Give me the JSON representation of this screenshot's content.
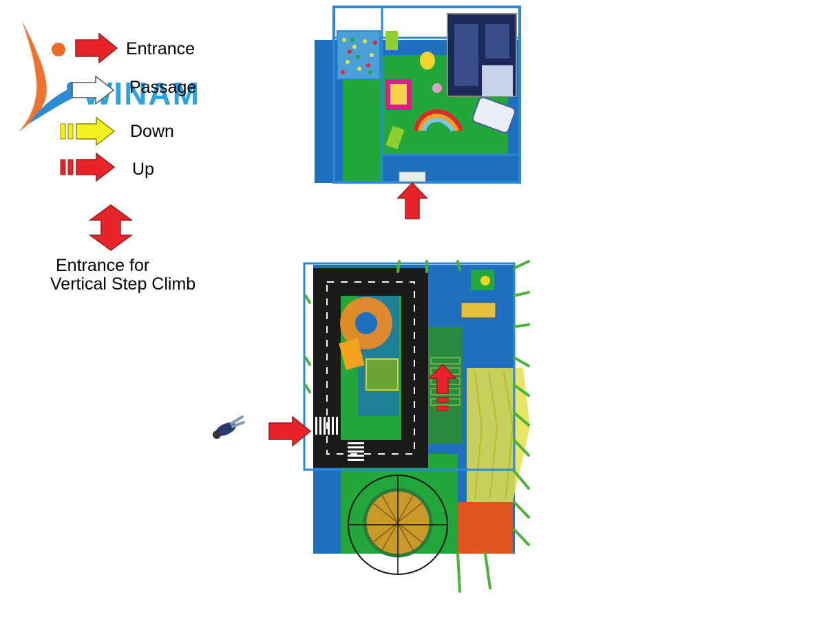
{
  "logo": {
    "text": "WINAM"
  },
  "legend": {
    "items": [
      {
        "key": "entrance",
        "label": "Entrance"
      },
      {
        "key": "passage",
        "label": "Passage"
      },
      {
        "key": "down",
        "label": "Down"
      },
      {
        "key": "up",
        "label": "Up"
      }
    ]
  },
  "note": {
    "line1": "Entrance for",
    "line2": "Vertical Step Climb"
  },
  "colors": {
    "entrance_arrow": "#e8232a",
    "passage_arrow": "#ffffff",
    "down_arrow": "#f4ef1f",
    "up_arrow": "#e8232a",
    "floor_blue": "#1e6fc0",
    "floor_green": "#22a83a",
    "road_black": "#1a1a1a",
    "frame_blue": "#2a88d8",
    "slide_yellow": "#e5e24a",
    "ramp_orange": "#e2551f"
  },
  "icons": {
    "entrance": "red-arrow-icon",
    "passage": "white-arrow-icon",
    "down": "yellow-dashed-arrow-icon",
    "up": "red-dashed-arrow-icon"
  }
}
